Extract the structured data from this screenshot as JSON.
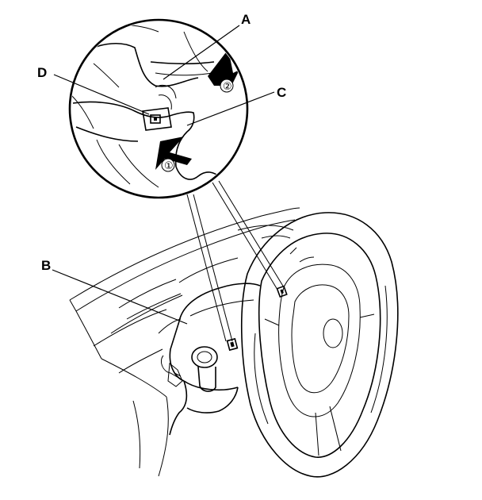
{
  "callouts": {
    "a": "A",
    "b": "B",
    "c": "C",
    "d": "D"
  },
  "steps": {
    "one": "①",
    "two": "②"
  },
  "colors": {
    "ink": "#000000",
    "paper": "#ffffff"
  }
}
